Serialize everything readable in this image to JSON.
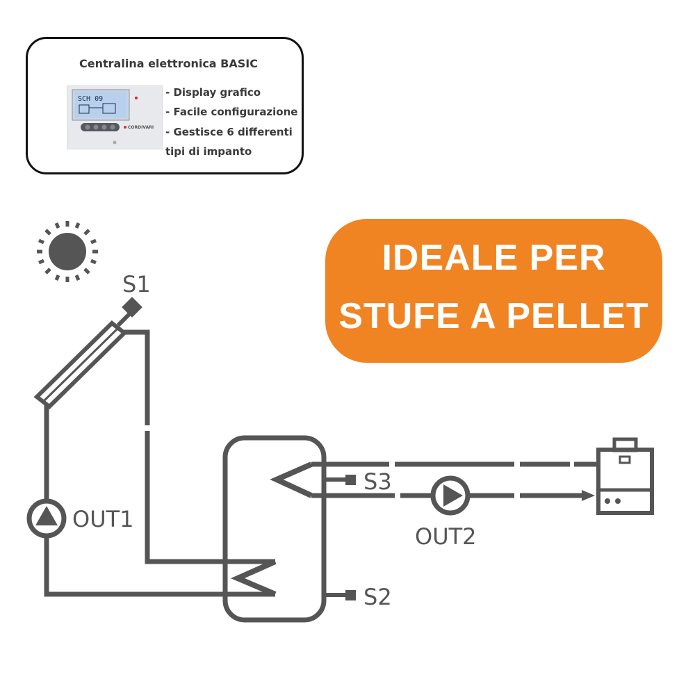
{
  "info_card": {
    "title": "Centralina elettronica BASIC",
    "features": [
      "- Display grafico",
      "- Facile configurazione",
      "- Gestisce 6 differenti",
      "tipi di impanto"
    ],
    "display_text": "SCH 09",
    "brand": "CORDIVARI"
  },
  "promo": {
    "line1": "IDEALE PER",
    "line2": "STUFE A PELLET",
    "color": "#f08423"
  },
  "diagram": {
    "labels": {
      "s1": "S1",
      "s2": "S2",
      "s3": "S3",
      "out1": "OUT1",
      "out2": "OUT2"
    },
    "pipe_color": "#555555"
  }
}
